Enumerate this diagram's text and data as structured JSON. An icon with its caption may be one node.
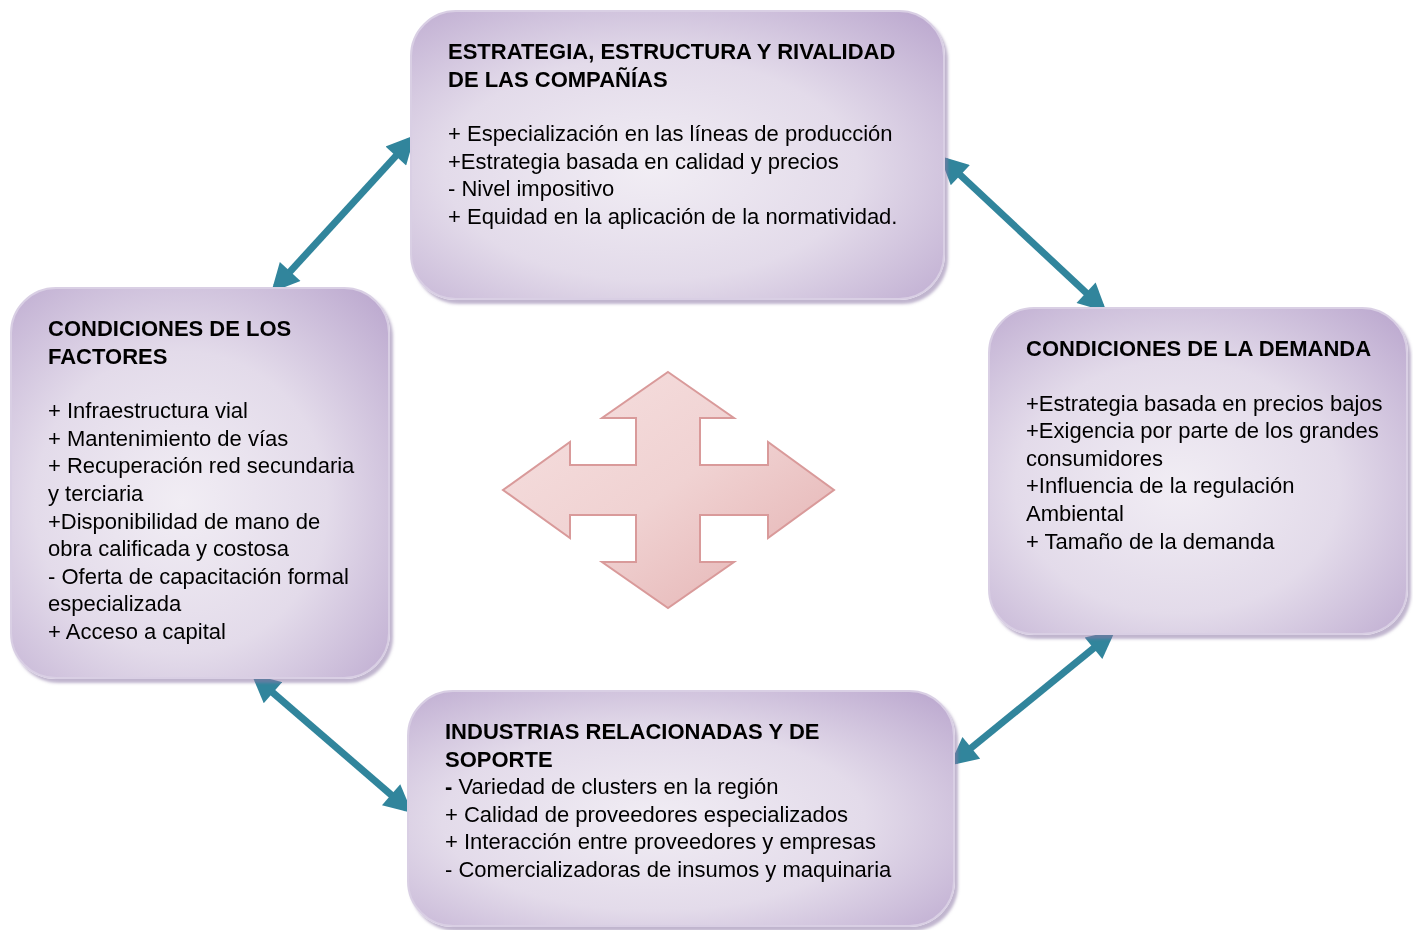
{
  "diagram": {
    "nodes": [
      {
        "text": [
          "ESTRATEGIA, ESTRUCTURA Y RIVALIDAD DE LAS COMPAÑÍAS",
          "+ Especialización en las líneas de producción",
          "+Estrategia basada en calidad y precios",
          "- Nivel impositivo",
          "+ Equidad en la aplicación de la normatividad."
        ]
      },
      {
        "text": [
          "CONDICIONES DE LOS FACTORES",
          "+ Infraestructura vial",
          "+ Mantenimiento de vías",
          "+ Recuperación red secundaria y terciaria",
          "+Disponibilidad de mano de obra calificada y costosa",
          "- Oferta de capacitación formal especializada",
          "+ Acceso a capital"
        ]
      },
      {
        "text": [
          "CONDICIONES DE LA DEMANDA",
          "+Estrategia basada en precios bajos",
          "+Exigencia por parte de los grandes consumidores",
          "+Influencia de la regulación Ambiental",
          "+ Tamaño de la demanda"
        ]
      },
      {
        "text": [
          "INDUSTRIAS RELACIONADAS Y DE SOPORTE",
          "**-** Variedad de clusters en la región",
          "+ Calidad de proveedores especializados",
          "+ Interacción entre proveedores y empresas",
          "- Comercializadoras de insumos y maquinaria"
        ]
      }
    ],
    "edges": [
      {
        "from": 1,
        "to": 0,
        "arrow": "both"
      },
      {
        "from": 0,
        "to": 2,
        "arrow": "both"
      },
      {
        "from": 1,
        "to": 3,
        "arrow": "both"
      },
      {
        "from": 3,
        "to": 2,
        "arrow": "both"
      }
    ]
  }
}
